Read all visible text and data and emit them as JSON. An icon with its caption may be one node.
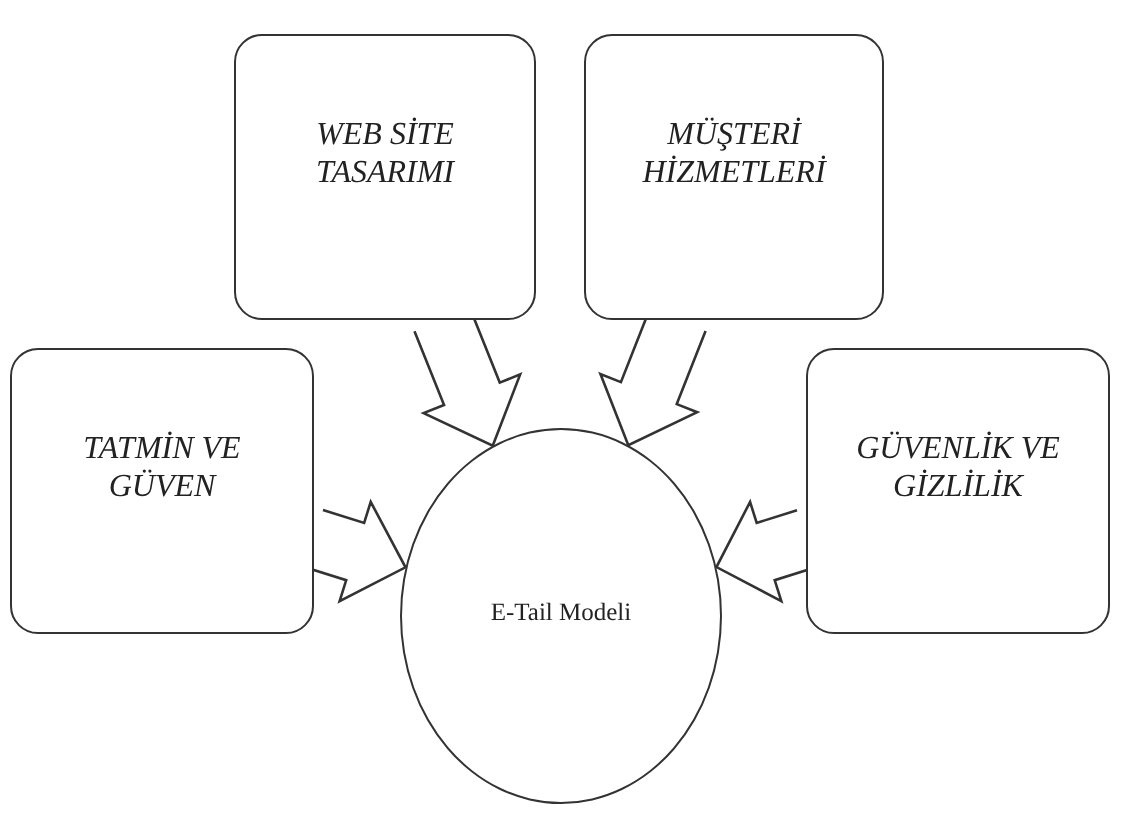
{
  "diagram": {
    "nodes": [
      {
        "text": [
          "WEB SİTE TASARIMI"
        ]
      },
      {
        "text": [
          "MÜŞTERİ HİZMETLERİ"
        ]
      },
      {
        "text": [
          "TATMİN VE GÜVEN"
        ]
      },
      {
        "text": [
          "GÜVENLİK VE GİZLİLİK"
        ]
      },
      {
        "text": [
          "E-Tail Modeli"
        ]
      }
    ],
    "edges": [
      {
        "from": 0,
        "to": 4,
        "arrow": "to"
      },
      {
        "from": 1,
        "to": 4,
        "arrow": "to"
      },
      {
        "from": 2,
        "to": 4,
        "arrow": "to"
      },
      {
        "from": 3,
        "to": 4,
        "arrow": "to"
      }
    ]
  }
}
